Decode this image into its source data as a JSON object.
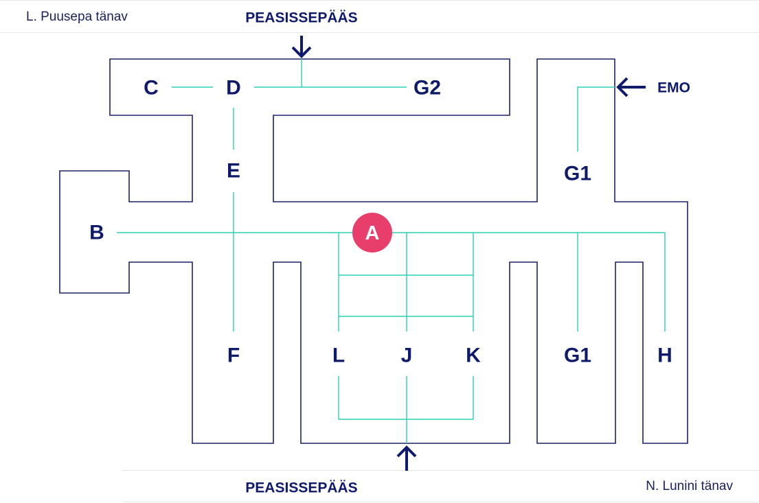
{
  "streets": {
    "top_left": "L. Puusepa tänav",
    "bottom_right": "N. Lunini tänav"
  },
  "entrances": {
    "top": "PEASISSEPÄÄS",
    "bottom": "PEASISSEPÄÄS",
    "right": "EMO"
  },
  "labels": {
    "c": "C",
    "d": "D",
    "g2": "G2",
    "g1_upper": "G1",
    "e": "E",
    "b": "B",
    "f": "F",
    "l": "L",
    "j": "J",
    "k": "K",
    "g1_lower": "G1",
    "h": "H"
  },
  "marker": {
    "label": "A",
    "color": "#e83e6c"
  },
  "colors": {
    "building_outline": "#1b2166",
    "route": "#2ad0b6",
    "text": "#0f1a6b"
  }
}
